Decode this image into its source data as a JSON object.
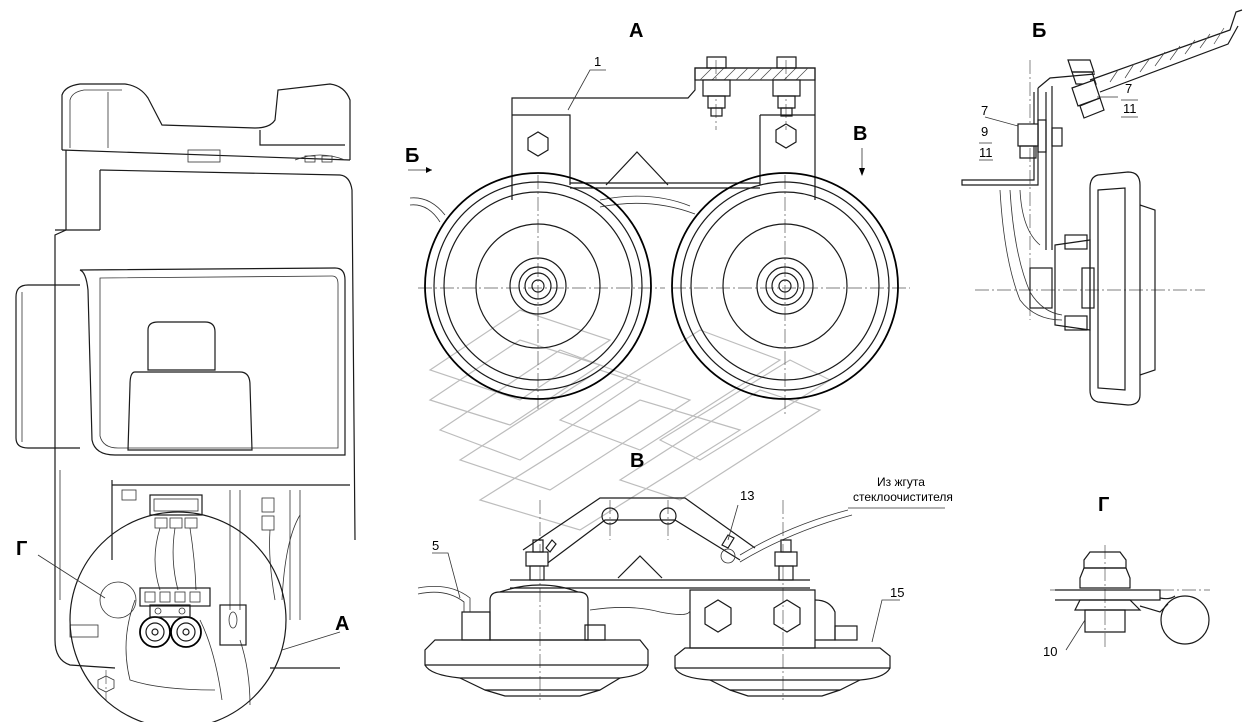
{
  "views": {
    "a": "А",
    "b": "Б",
    "v": "В",
    "g": "Г"
  },
  "arrows": {
    "b": "Б",
    "v": "В"
  },
  "callouts": {
    "one": "1",
    "five": "5",
    "seven": "7",
    "seven_b": "7",
    "nine": "9",
    "ten": "10",
    "eleven": "11",
    "eleven_b": "11",
    "thirteen": "13",
    "fifteen": "15",
    "g_cab": "Г",
    "a_cab": "А"
  },
  "note": {
    "line1": "Из жгута",
    "line2": "стеклоочистителя"
  }
}
